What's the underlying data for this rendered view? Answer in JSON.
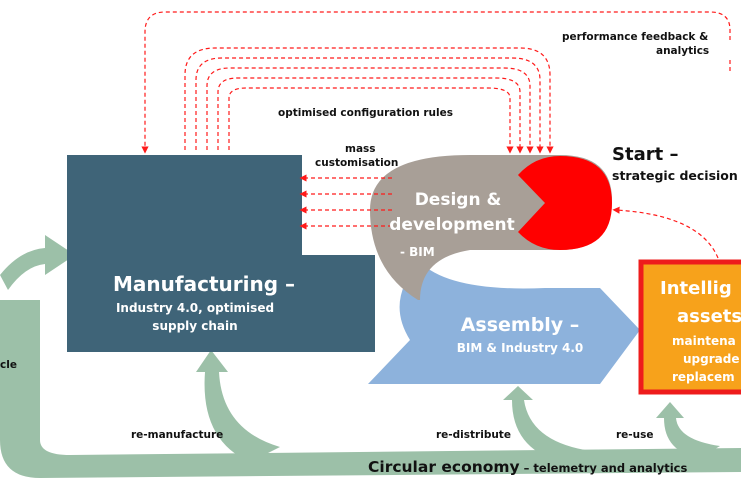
{
  "labels": {
    "performance_feedback_line1": "performance feedback &",
    "performance_feedback_line2": "analytics",
    "optimised_config": "optimised configuration rules",
    "mass_line1": "mass",
    "mass_line2": "customisation",
    "start_title": "Start –",
    "start_subtitle": "strategic decision",
    "design_line1": "Design &",
    "design_line2": "development",
    "design_sub": "- BIM",
    "manufacturing_title": "Manufacturing –",
    "manufacturing_sub1": "Industry 4.0, optimised",
    "manufacturing_sub2": "supply chain",
    "assembly_title": "Assembly –",
    "assembly_sub": "BIM & Industry 4.0",
    "intelligent_line1": "Intellig",
    "intelligent_line2": "assets",
    "intelligent_sub1": "maintena",
    "intelligent_sub2": "upgrade",
    "intelligent_sub3": "replacem",
    "cycle_fragment": "cle",
    "remanufacture": "re-manufacture",
    "redistribute": "re-distribute",
    "reuse": "re-use",
    "circular_main": "Circular economy",
    "circular_rest": " – telemetry and analytics"
  },
  "colors": {
    "manufacturing": "#3f6478",
    "design": "#a89f97",
    "assembly": "#8db2dc",
    "start": "#ff0000",
    "intelligent_fill": "#f7a21b",
    "intelligent_border": "#ee1c1c",
    "circular_arrow": "#9cc0a8",
    "feedback_dash": "#ff1a1a"
  }
}
